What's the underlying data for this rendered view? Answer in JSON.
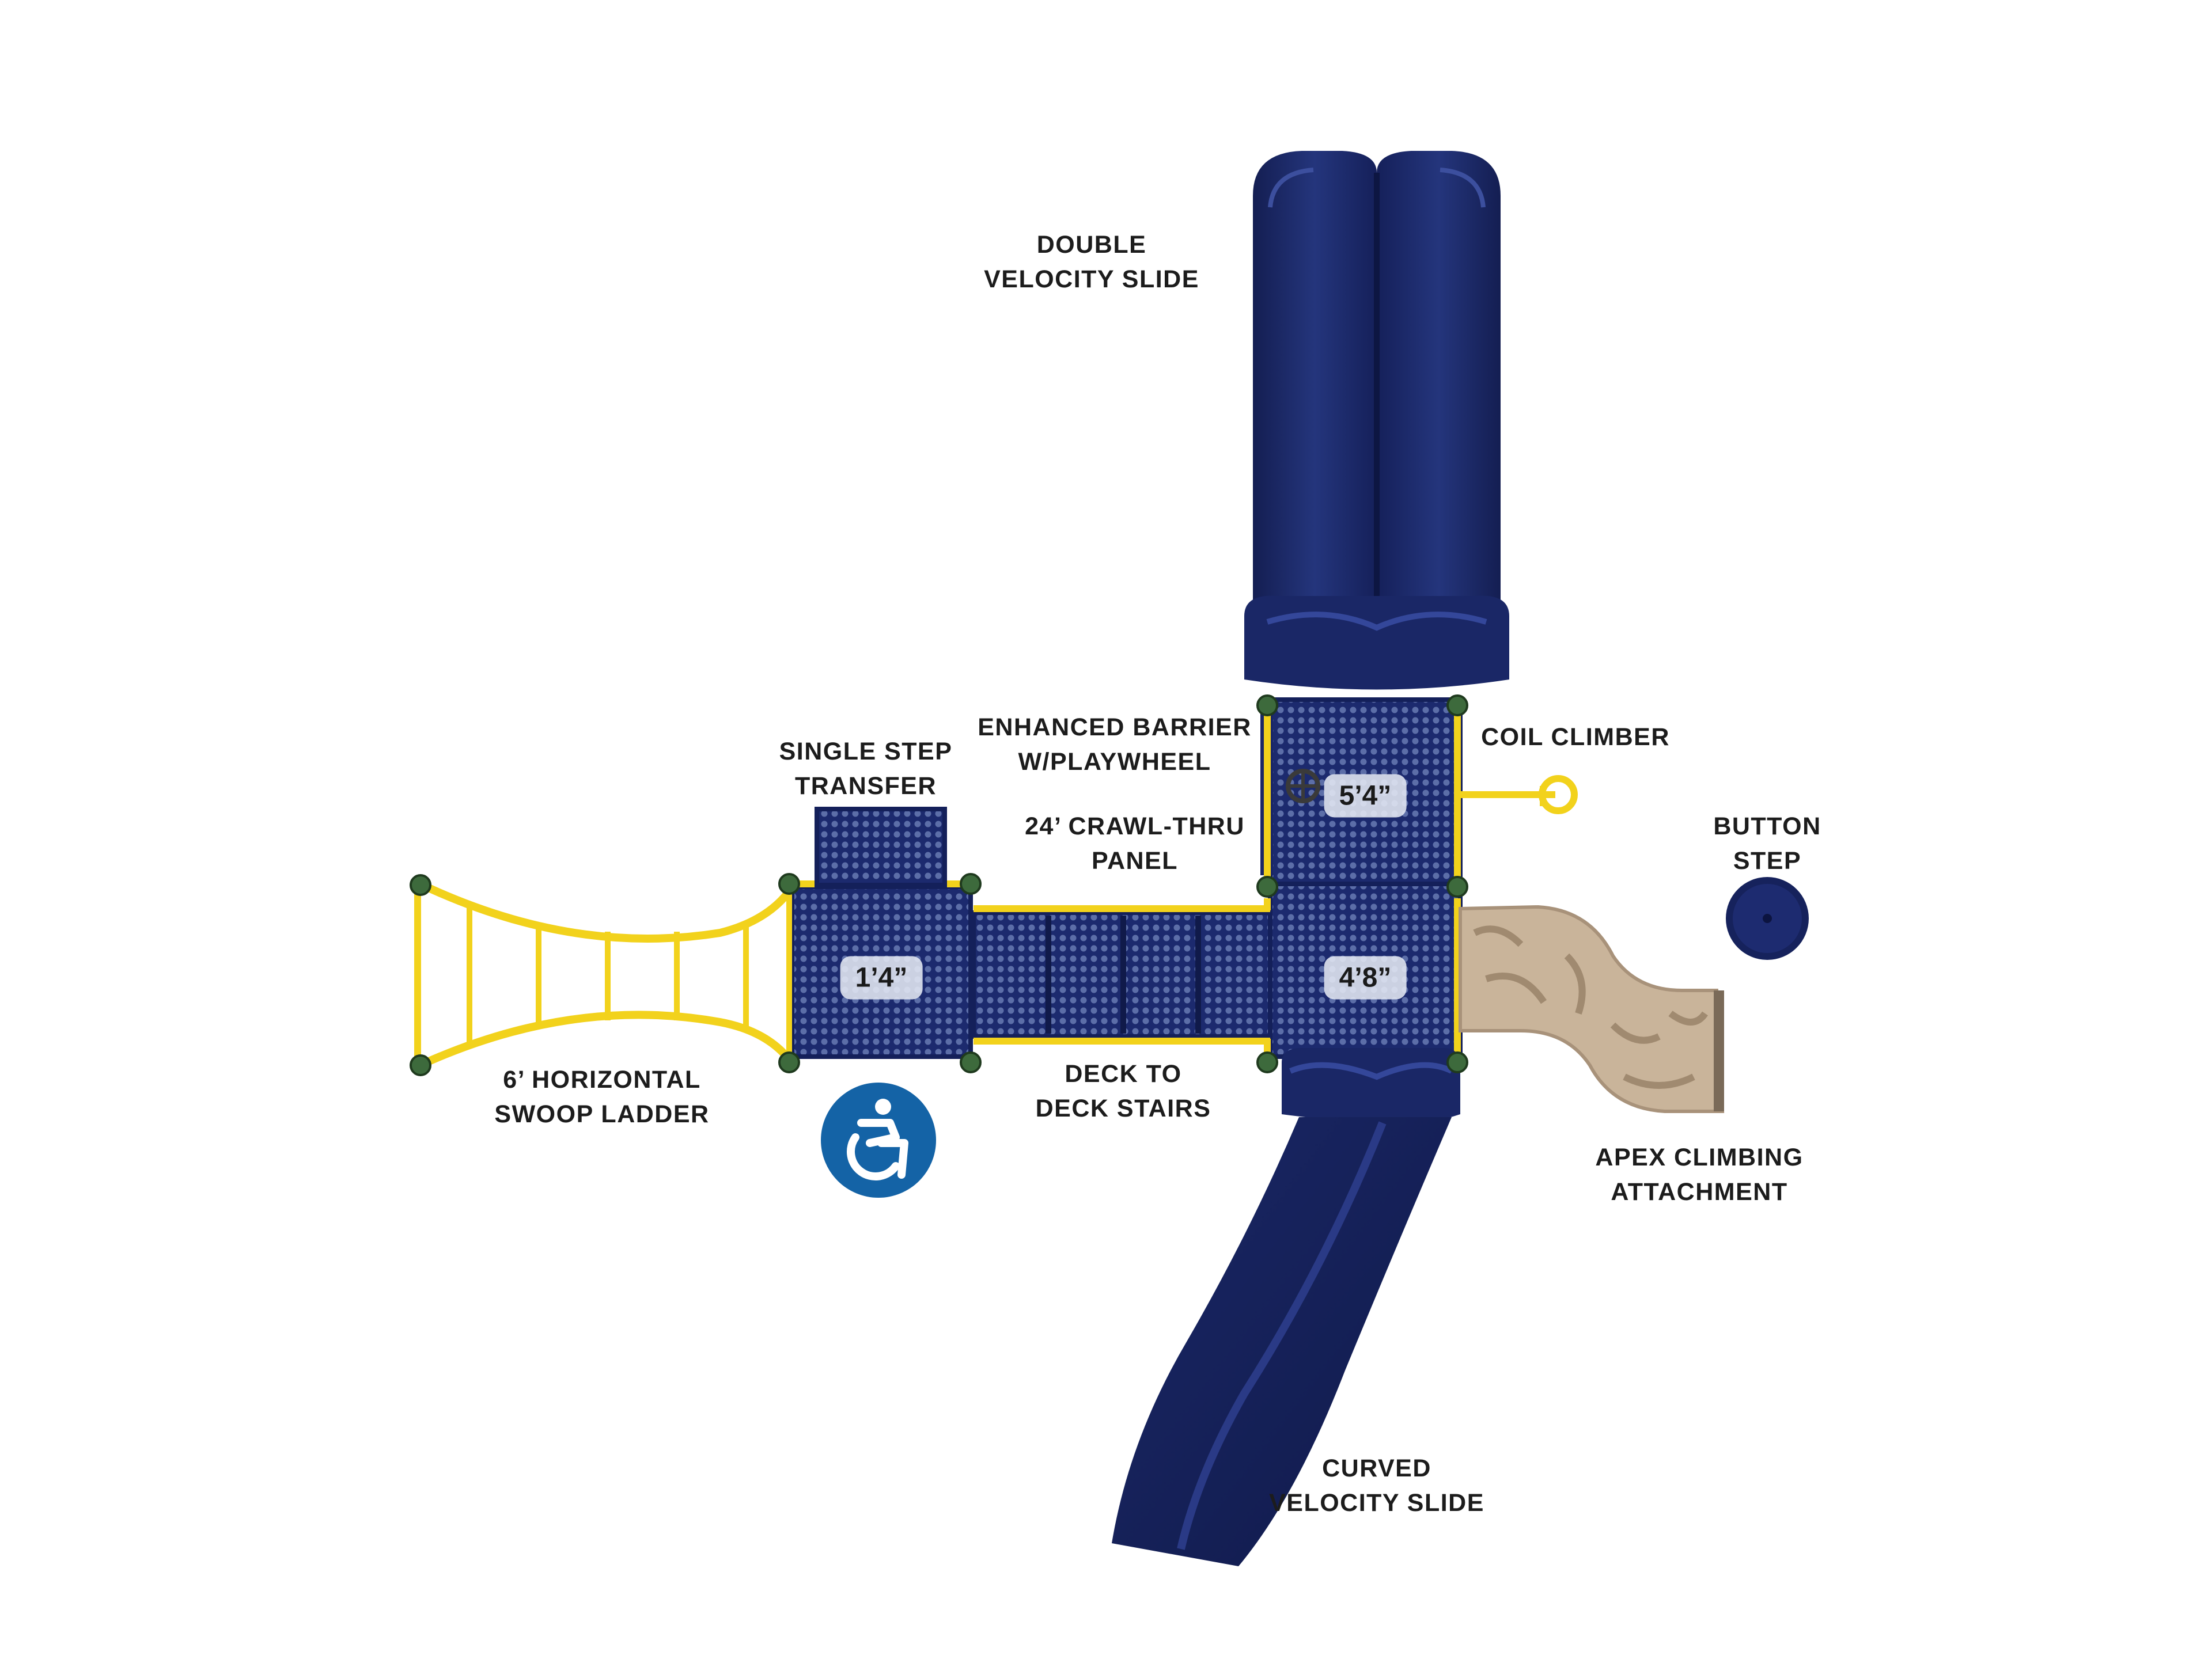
{
  "colors": {
    "navy": "#16225c",
    "navy_light": "#2a3a86",
    "yellow": "#f2d21c",
    "tan": "#c9b49a",
    "accessibility_blue": "#1463a6",
    "bolt_green": "#3d6a3c"
  },
  "labels": {
    "double_slide": [
      "DOUBLE",
      "VELOCITY SLIDE"
    ],
    "enhanced_barrier": [
      "ENHANCED BARRIER",
      "W/PLAYWHEEL"
    ],
    "coil_climber": [
      "COIL CLIMBER"
    ],
    "single_step": [
      "SINGLE STEP",
      "TRANSFER"
    ],
    "crawl_thru": [
      "24’ CRAWL-THRU",
      "PANEL"
    ],
    "button_step": [
      "BUTTON",
      "STEP"
    ],
    "swoop_ladder": [
      "6’ HORIZONTAL",
      "SWOOP LADDER"
    ],
    "deck_stairs": [
      "DECK TO",
      "DECK STAIRS"
    ],
    "apex": [
      "APEX CLIMBING",
      "ATTACHMENT"
    ],
    "curved_slide": [
      "CURVED",
      "VELOCITY SLIDE"
    ]
  },
  "deck_heights": {
    "transfer": "1’4”",
    "upper": "5’4”",
    "lower": "4’8”"
  },
  "icons": {
    "accessibility": "accessibility-icon"
  }
}
